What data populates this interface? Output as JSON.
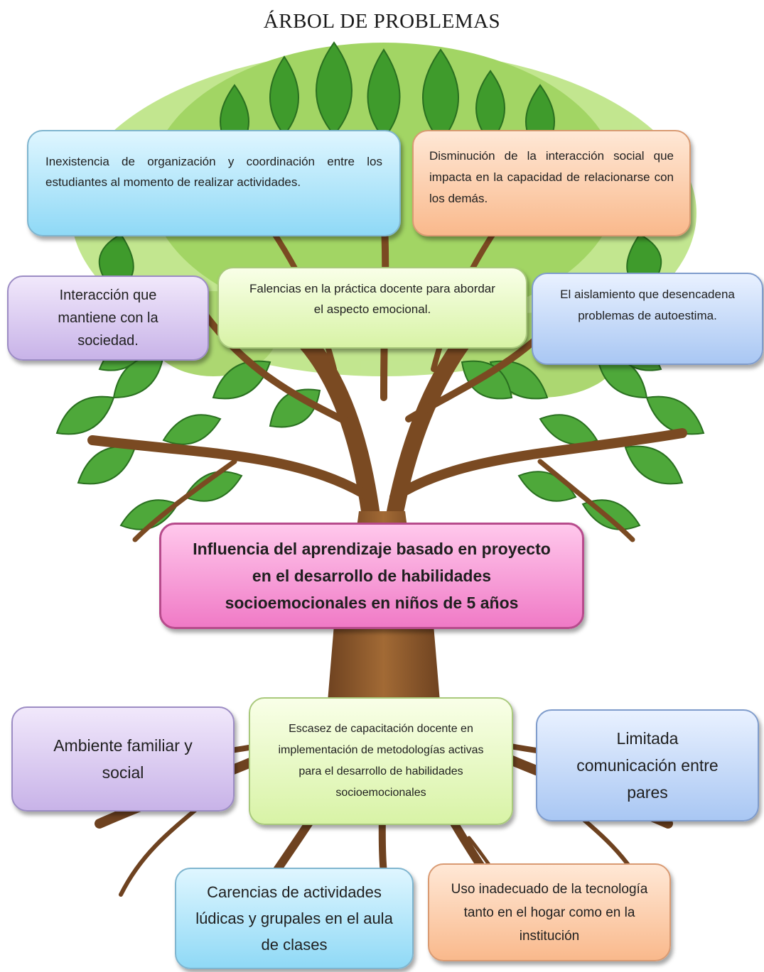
{
  "title": "ÁRBOL DE PROBLEMAS",
  "effects": {
    "e1": "Inexistencia de organización y coordinación entre los estudiantes al momento de realizar actividades.",
    "e2": "Disminución de la interacción social que impacta en la capacidad de relacionarse con los demás.",
    "e3": "Interacción que mantiene con la sociedad.",
    "e4": "Falencias en la práctica docente para abordar el aspecto emocional.",
    "e5": "El aislamiento que desencadena problemas de autoestima."
  },
  "central_problem": "Influencia del aprendizaje basado en proyecto en el desarrollo de habilidades socioemocionales en niños de 5 años",
  "causes": {
    "c1": "Ambiente familiar y social",
    "c2": "Escasez de capacitación docente en implementación de metodologías activas para el desarrollo de habilidades socioemocionales",
    "c3": "Limitada comunicación entre pares",
    "c4": "Carencias de actividades lúdicas y grupales en el aula de clases",
    "c5": "Uso inadecuado de la tecnología tanto en el hogar como en la institución"
  },
  "colors": {
    "trunk": "#8b5a2b",
    "leaf_dark": "#3f9b2c",
    "leaf_light": "#8fd14f",
    "central_box": "#f07ac6"
  }
}
